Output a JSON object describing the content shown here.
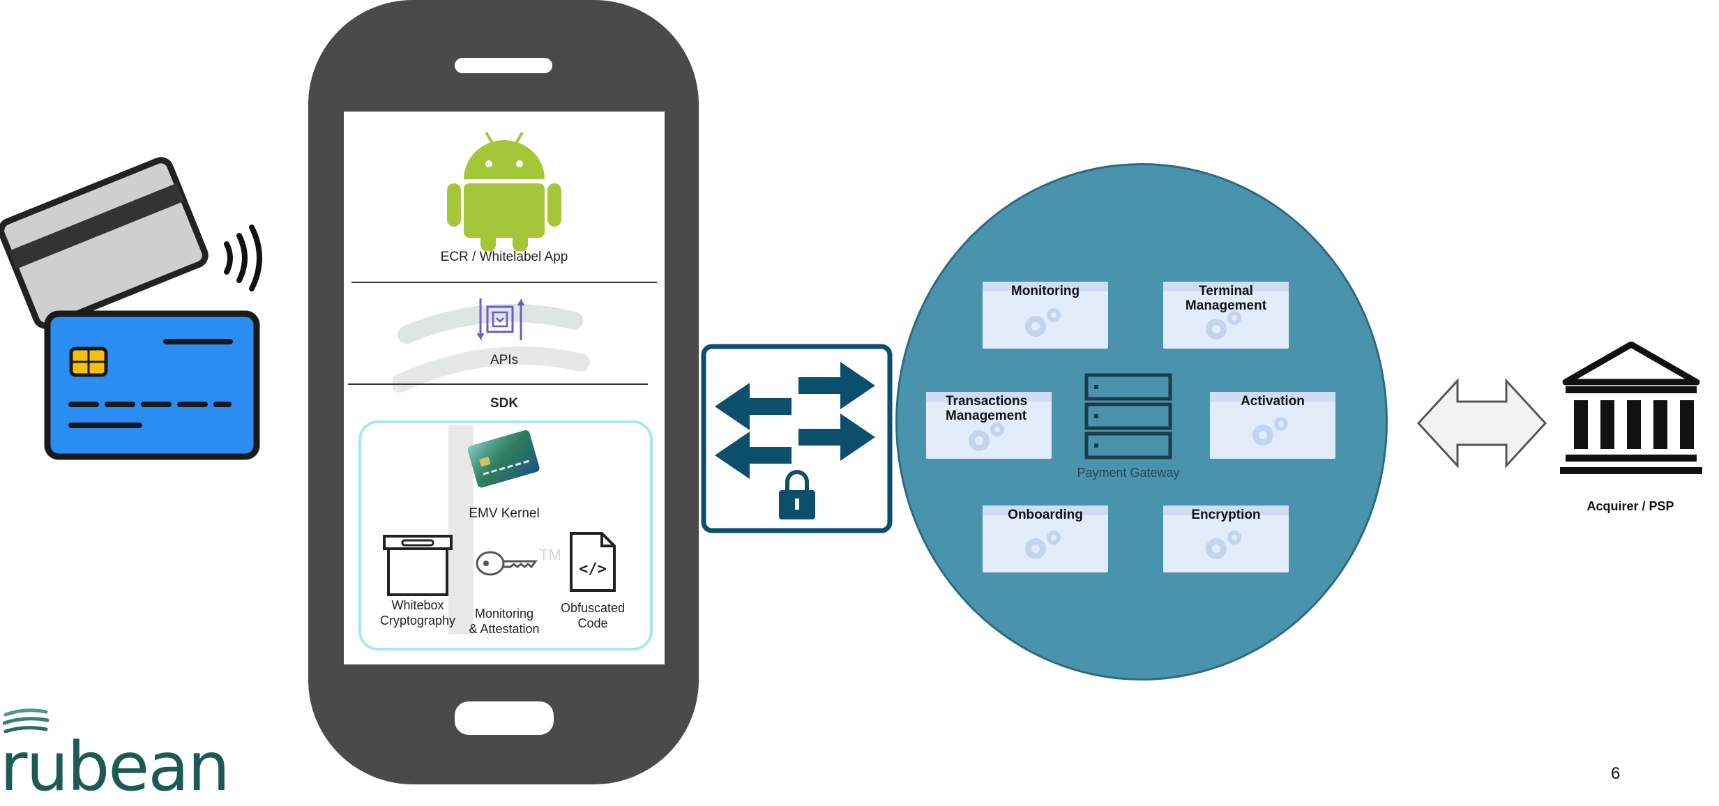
{
  "phone": {
    "app_label": "ECR / Whitelabel App",
    "apis_label": "APIs",
    "sdk_label": "SDK",
    "kernel_label": "EMV Kernel",
    "whitebox_label_line1": "Whitebox",
    "whitebox_label_line2": "Cryptography",
    "monitoring_label_line1": "Monitoring",
    "monitoring_label_line2": "& Attestation",
    "obfuscated_label_line1": "Obfuscated",
    "obfuscated_label_line2": "Code",
    "watermark_tm": "TM"
  },
  "gateway": {
    "center_label": "Payment Gateway",
    "services": [
      {
        "line1": "Monitoring",
        "line2": ""
      },
      {
        "line1": "Terminal",
        "line2": "Management"
      },
      {
        "line1": "Transactions",
        "line2": "Management"
      },
      {
        "line1": "Activation",
        "line2": ""
      },
      {
        "line1": "Onboarding",
        "line2": ""
      },
      {
        "line1": "Encryption",
        "line2": ""
      }
    ]
  },
  "acquirer": {
    "label": "Acquirer / PSP"
  },
  "brand": {
    "logo_text": "rubean"
  },
  "footer": {
    "page_number": "6"
  },
  "colors": {
    "phone_body": "#4a4a4a",
    "card_blue": "#2b8cf2",
    "circle_fill": "#4a93ac",
    "exchange_blue": "#0b4f6c",
    "sdk_border": "#a8e6f2",
    "android_green": "#a4c639",
    "brand_teal": "#4f9a8f"
  }
}
